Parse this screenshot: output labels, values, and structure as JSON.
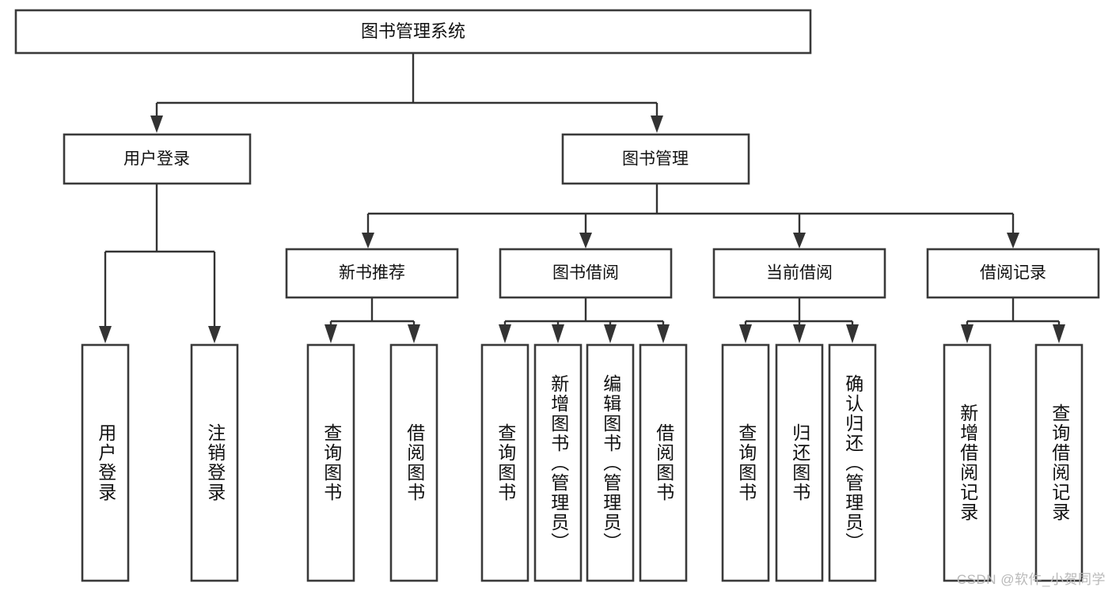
{
  "diagram": {
    "type": "tree-hierarchy",
    "title": "图书管理系统",
    "root": {
      "id": "root",
      "label": "图书管理系统"
    },
    "level2": [
      {
        "id": "user-login",
        "label": "用户登录"
      },
      {
        "id": "book-manage",
        "label": "图书管理"
      }
    ],
    "level3": [
      {
        "id": "new-book-recommend",
        "label": "新书推荐",
        "parent": "book-manage"
      },
      {
        "id": "book-borrow",
        "label": "图书借阅",
        "parent": "book-manage"
      },
      {
        "id": "current-borrow",
        "label": "当前借阅",
        "parent": "book-manage"
      },
      {
        "id": "borrow-record",
        "label": "借阅记录",
        "parent": "book-manage"
      }
    ],
    "leaves": [
      {
        "id": "leaf-user-login",
        "label": "用户登录",
        "parent": "user-login"
      },
      {
        "id": "leaf-logout",
        "label": "注销登录",
        "parent": "user-login"
      },
      {
        "id": "leaf-query-book-1",
        "label": "查询图书",
        "parent": "new-book-recommend"
      },
      {
        "id": "leaf-borrow-book-1",
        "label": "借阅图书",
        "parent": "new-book-recommend"
      },
      {
        "id": "leaf-query-book-2",
        "label": "查询图书",
        "parent": "book-borrow"
      },
      {
        "id": "leaf-add-book",
        "label": "新增图书（管理员）",
        "parent": "book-borrow"
      },
      {
        "id": "leaf-edit-book",
        "label": "编辑图书（管理员）",
        "parent": "book-borrow"
      },
      {
        "id": "leaf-borrow-book-2",
        "label": "借阅图书",
        "parent": "book-borrow"
      },
      {
        "id": "leaf-query-book-3",
        "label": "查询图书",
        "parent": "current-borrow"
      },
      {
        "id": "leaf-return-book",
        "label": "归还图书",
        "parent": "current-borrow"
      },
      {
        "id": "leaf-confirm-return",
        "label": "确认归还（管理员）",
        "parent": "current-borrow"
      },
      {
        "id": "leaf-add-record",
        "label": "新增借阅记录",
        "parent": "borrow-record"
      },
      {
        "id": "leaf-query-record",
        "label": "查询借阅记录",
        "parent": "borrow-record"
      }
    ],
    "watermark": "CSDN @软件_小贺同学",
    "colors": {
      "box_stroke": "#3a3a3a",
      "edge": "#333333",
      "text": "#111111",
      "background": "#ffffff",
      "watermark": "#b9b9b9"
    }
  }
}
